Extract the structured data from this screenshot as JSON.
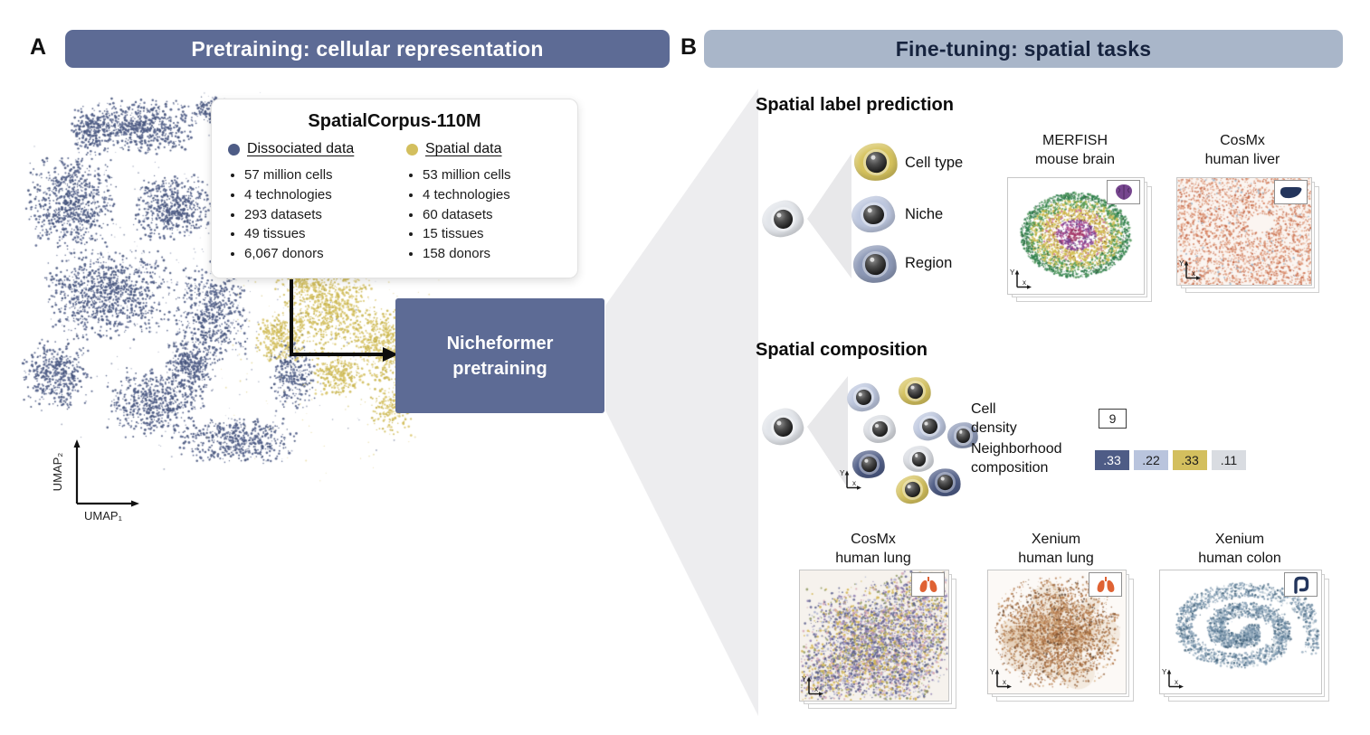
{
  "panelA": {
    "label": "A",
    "header": "Pretraining: cellular representation",
    "umap": {
      "xlabel": "UMAP₁",
      "ylabel": "UMAP₂"
    },
    "corpus": {
      "title": "SpatialCorpus-110M",
      "columns": [
        {
          "legend": "Dissociated data",
          "color": "#4e5c86",
          "items": [
            "57 million cells",
            "4 technologies",
            "293 datasets",
            "49 tissues",
            "6,067 donors"
          ]
        },
        {
          "legend": "Spatial data",
          "color": "#d3bf5e",
          "items": [
            "53 million cells",
            "4 technologies",
            "60 datasets",
            "15 tissues",
            "158 donors"
          ]
        }
      ]
    },
    "pretrain_box": "Nicheformer pretraining"
  },
  "panelB": {
    "label": "B",
    "header": "Fine-tuning: spatial tasks",
    "axes": {
      "x": "x",
      "y": "Y"
    },
    "label_prediction": {
      "title": "Spatial label prediction",
      "branches": [
        "Cell type",
        "Niche",
        "Region"
      ],
      "thumbnails": [
        {
          "name": "MERFISH",
          "subject": "mouse brain",
          "icon": "brain-icon"
        },
        {
          "name": "CosMx",
          "subject": "human liver",
          "icon": "liver-icon"
        }
      ]
    },
    "composition": {
      "title": "Spatial composition",
      "cell_density": {
        "label": "Cell density",
        "value": "9"
      },
      "neighborhood": {
        "label": "Neighborhood composition",
        "chips": [
          {
            "text": ".33",
            "bg": "#4e5c86",
            "fg": "#ffffff"
          },
          {
            "text": ".22",
            "bg": "#b9c4dd",
            "fg": "#1b1b1b"
          },
          {
            "text": ".33",
            "bg": "#d3bf5e",
            "fg": "#1b1b1b"
          },
          {
            "text": ".11",
            "bg": "#d9dce1",
            "fg": "#1b1b1b"
          }
        ]
      },
      "thumbnails": [
        {
          "name": "CosMx",
          "subject": "human lung",
          "icon": "lungs-icon"
        },
        {
          "name": "Xenium",
          "subject": "human lung",
          "icon": "lungs-icon"
        },
        {
          "name": "Xenium",
          "subject": "human colon",
          "icon": "colon-icon"
        }
      ]
    }
  },
  "colors": {
    "slate_header": "#5d6b95",
    "light_header": "#a9b6c9",
    "dissociated": "#4e5c86",
    "spatial_gold": "#d3bf5e",
    "periwinkle": "#b9c4dd",
    "region_slate": "#8d99b7",
    "chip_light_gray": "#d9dce1"
  }
}
